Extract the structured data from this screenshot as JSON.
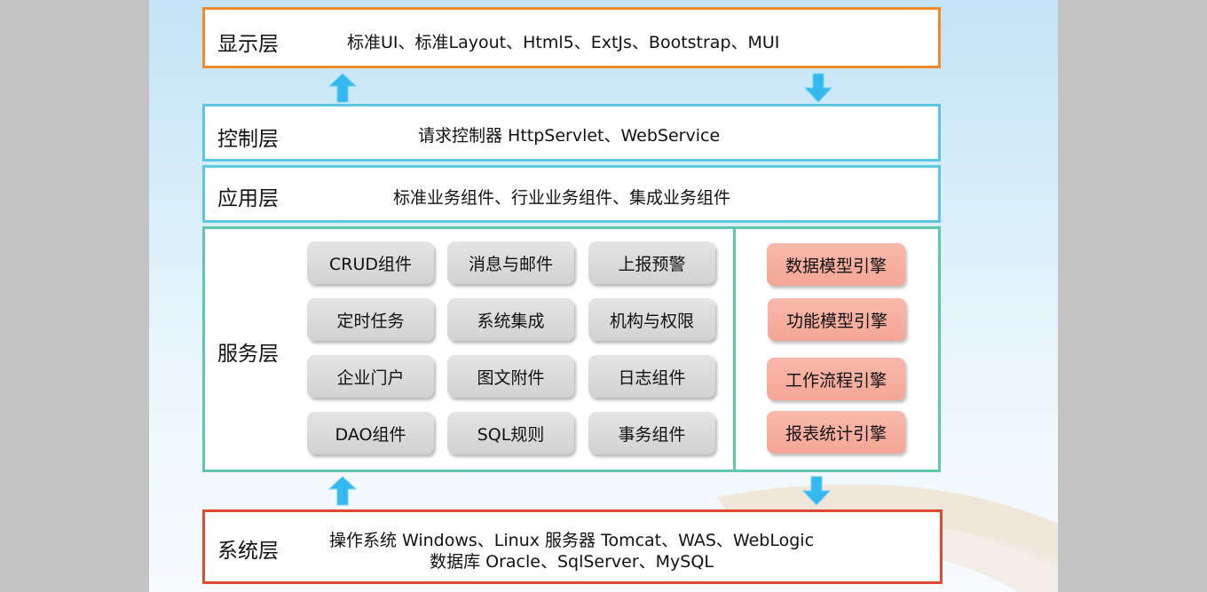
{
  "layers": {
    "display": {
      "title": "显示层",
      "description": "标准UI、标准Layout、Html5、ExtJs、Bootstrap、MUI"
    },
    "control": {
      "title": "控制层",
      "description": "请求控制器 HttpServlet、WebService"
    },
    "application": {
      "title": "应用层",
      "description": "标准业务组件、行业业务组件、集成业务组件"
    },
    "service": {
      "title": "服务层",
      "components": [
        {
          "label": "CRUD组件"
        },
        {
          "label": "消息与邮件"
        },
        {
          "label": "上报预警"
        },
        {
          "label": "定时任务"
        },
        {
          "label": "系统集成"
        },
        {
          "label": "机构与权限"
        },
        {
          "label": "企业门户"
        },
        {
          "label": "图文附件"
        },
        {
          "label": "日志组件"
        },
        {
          "label": "DAO组件"
        },
        {
          "label": "SQL规则"
        },
        {
          "label": "事务组件"
        }
      ],
      "engines": [
        {
          "label": "数据模型引擎"
        },
        {
          "label": "功能模型引擎"
        },
        {
          "label": "工作流程引擎"
        },
        {
          "label": "报表统计引擎"
        }
      ]
    },
    "system": {
      "title": "系统层",
      "line1": "操作系统 Windows、Linux  服务器 Tomcat、WAS、WebLogic",
      "line2": "数据库 Oracle、SqlServer、MySQL"
    }
  },
  "colors": {
    "display_border": "#f08a2c",
    "control_border": "#5cc6e3",
    "service_border": "#5ec7ad",
    "system_border": "#e04a2f",
    "component_fill": "#d9d9d9",
    "engine_fill": "#f7ad9d",
    "arrow": "#35b8ee"
  },
  "icons": [
    "arrow-up-icon",
    "arrow-down-icon"
  ]
}
